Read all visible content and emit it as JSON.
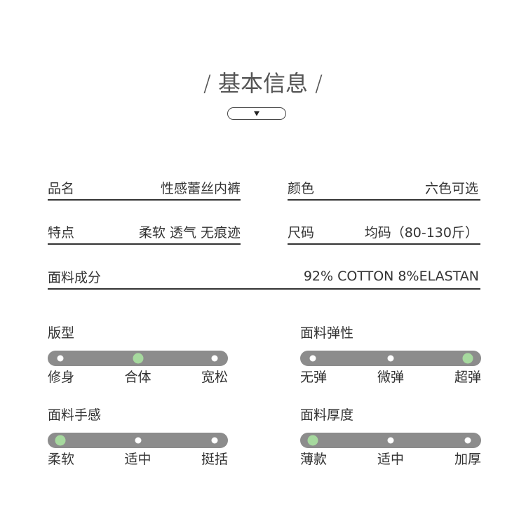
{
  "header": {
    "title": "/ 基本信息 /",
    "toggle_icon": "caret-down"
  },
  "colors": {
    "text": "#333333",
    "title": "#555555",
    "slider_track": "#8c8c8c",
    "slider_dot": "#ffffff",
    "slider_selected_dot": "#a6d99e"
  },
  "specs": [
    {
      "label": "品名",
      "value": "性感蕾丝内裤"
    },
    {
      "label": "颜色",
      "value": "六色可选"
    },
    {
      "label": "特点",
      "value": "柔软 透气 无痕迹"
    },
    {
      "label": "尺码",
      "value": "均码（80-130斤）"
    },
    {
      "label": "面料成分",
      "value": "92% COTTON 8%ELASTAN"
    }
  ],
  "attributes": [
    {
      "title": "版型",
      "options": [
        "修身",
        "合体",
        "宽松"
      ],
      "selected_index": 1
    },
    {
      "title": "面料弹性",
      "options": [
        "无弹",
        "微弹",
        "超弹"
      ],
      "selected_index": 2
    },
    {
      "title": "面料手感",
      "options": [
        "柔软",
        "适中",
        "挺括"
      ],
      "selected_index": 0
    },
    {
      "title": "面料厚度",
      "options": [
        "薄款",
        "适中",
        "加厚"
      ],
      "selected_index": 0
    }
  ]
}
